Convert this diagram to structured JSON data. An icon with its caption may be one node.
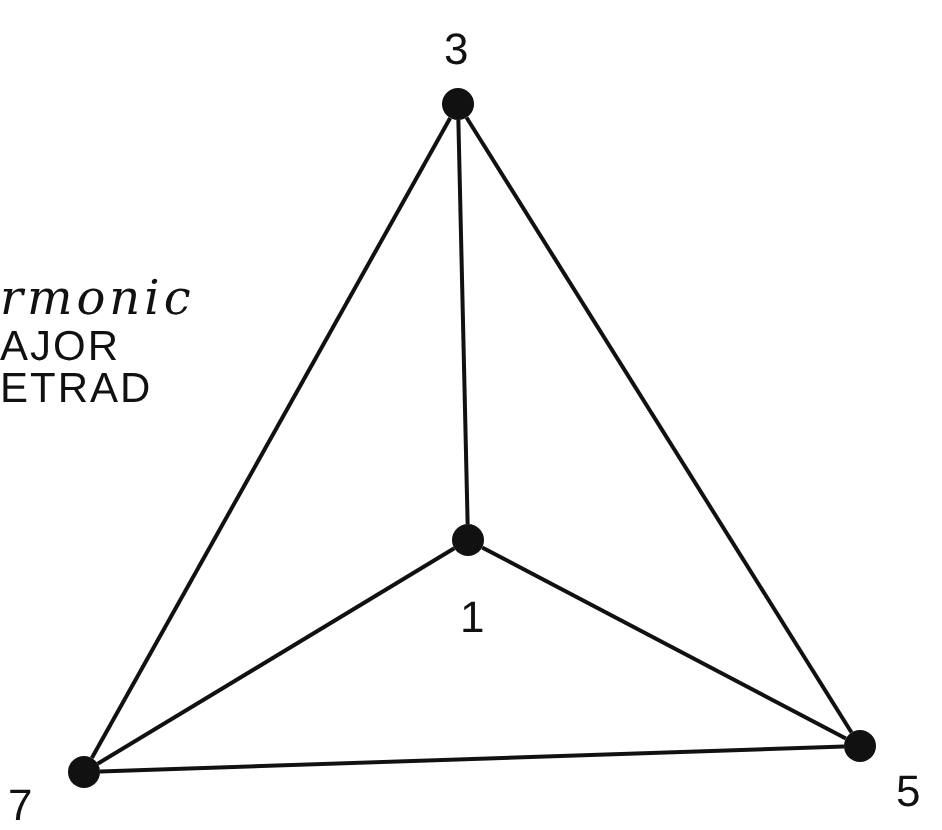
{
  "diagram": {
    "nodes": [
      {
        "text": [],
        "shape": "circle",
        "beside": [
          "3"
        ]
      },
      {
        "text": [],
        "shape": "circle",
        "beside": [
          "1"
        ]
      },
      {
        "text": [],
        "shape": "circle",
        "beside": [
          "7"
        ]
      },
      {
        "text": [],
        "shape": "circle",
        "beside": [
          "5"
        ]
      }
    ],
    "edges": [
      {
        "from": 0,
        "to": 1,
        "arrow": "none"
      },
      {
        "from": 0,
        "to": 2,
        "arrow": "none"
      },
      {
        "from": 0,
        "to": 3,
        "arrow": "none"
      },
      {
        "from": 1,
        "to": 2,
        "arrow": "none"
      },
      {
        "from": 1,
        "to": 3,
        "arrow": "none"
      },
      {
        "from": 2,
        "to": 3,
        "arrow": "none"
      }
    ],
    "labels": [
      "rmonic",
      "AJOR",
      "ETRAD"
    ]
  }
}
